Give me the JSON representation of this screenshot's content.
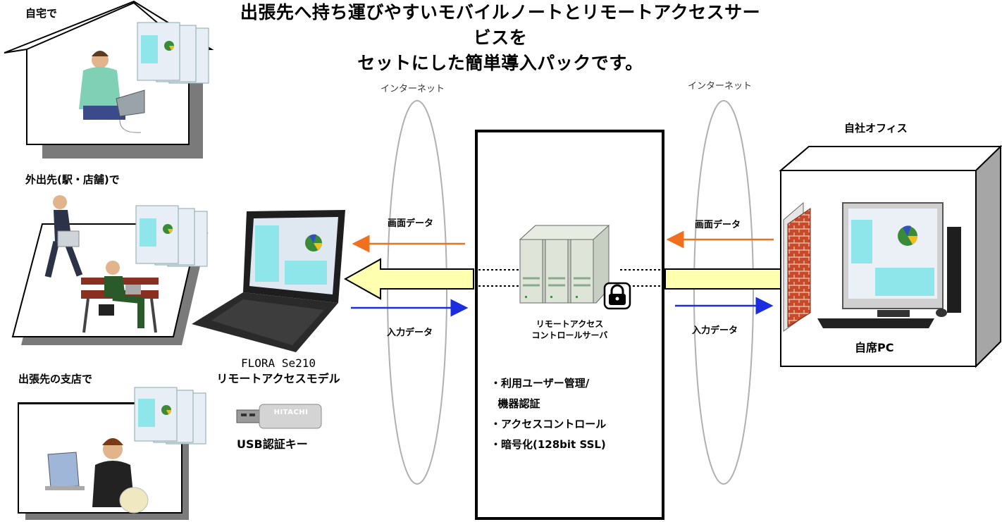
{
  "title": {
    "line1": "出張先へ持ち運びやすいモバイルノートとリモートアクセスサービスを",
    "line2": "セットにした簡単導入パックです。"
  },
  "locations": {
    "home": "自宅で",
    "outside": "外出先(駅・店舗)で",
    "branch": "出張先の支店で"
  },
  "network": {
    "internet_left": "インターネット",
    "internet_right": "インターネット"
  },
  "flows": {
    "screen_data_left": "画面データ",
    "input_data_left": "入力データ",
    "screen_data_right": "画面データ",
    "input_data_right": "入力データ"
  },
  "laptop": {
    "model": "FLORA Se210",
    "variant": "リモートアクセスモデル"
  },
  "usb_key": {
    "label": "USB認証キー",
    "brand": "HITACHI"
  },
  "server": {
    "label_line1": "リモートアクセス",
    "label_line2": "コントロールサーバ",
    "features": [
      "・利用ユーザー管理/",
      "  機器認証",
      "・アクセスコントロール",
      "・暗号化(128bit SSL)"
    ]
  },
  "office": {
    "title": "自社オフィス",
    "pc_label": "自席PC"
  },
  "colors": {
    "screen_arrow": "#f07020",
    "input_arrow": "#1a2ee0",
    "fat_arrow_fill": "#ffffb0",
    "firewall": "#c04020"
  }
}
